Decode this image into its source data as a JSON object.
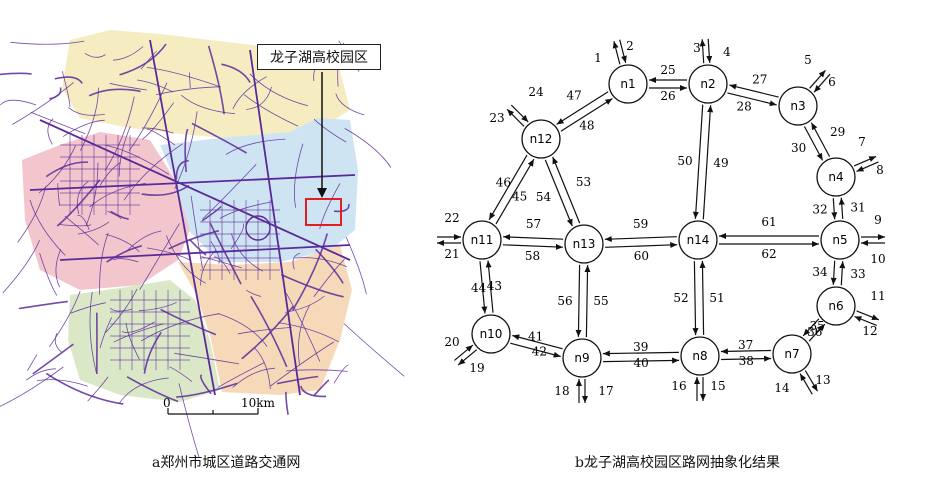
{
  "callout": "龙子湖高校园区",
  "scale": {
    "zero": "0",
    "ten": "10km"
  },
  "caption_a": "a郑州市城区道路交通网",
  "caption_b": "b龙子湖高校园区路网抽象化结果",
  "colors": {
    "road": "#5a2a9a",
    "pink": "#f2c6cc",
    "blue": "#cfe4f2",
    "yellow": "#f6ecc2",
    "green": "#dbe8c8",
    "orange": "#f6d9b8",
    "highlight": "#e02020"
  },
  "nodes": [
    "n1",
    "n2",
    "n3",
    "n4",
    "n5",
    "n6",
    "n7",
    "n8",
    "n9",
    "n10",
    "n11",
    "n12",
    "n13",
    "n14"
  ],
  "edges": [
    "1",
    "2",
    "3",
    "4",
    "5",
    "6",
    "7",
    "8",
    "9",
    "10",
    "11",
    "12",
    "13",
    "14",
    "15",
    "16",
    "17",
    "18",
    "19",
    "20",
    "21",
    "22",
    "23",
    "24",
    "25",
    "26",
    "27",
    "28",
    "29",
    "30",
    "31",
    "32",
    "33",
    "34",
    "35",
    "36",
    "37",
    "38",
    "39",
    "40",
    "41",
    "42",
    "43",
    "44",
    "45",
    "46",
    "47",
    "48",
    "49",
    "50",
    "51",
    "52",
    "53",
    "54",
    "55",
    "56",
    "57",
    "58",
    "59",
    "60",
    "61",
    "62"
  ]
}
